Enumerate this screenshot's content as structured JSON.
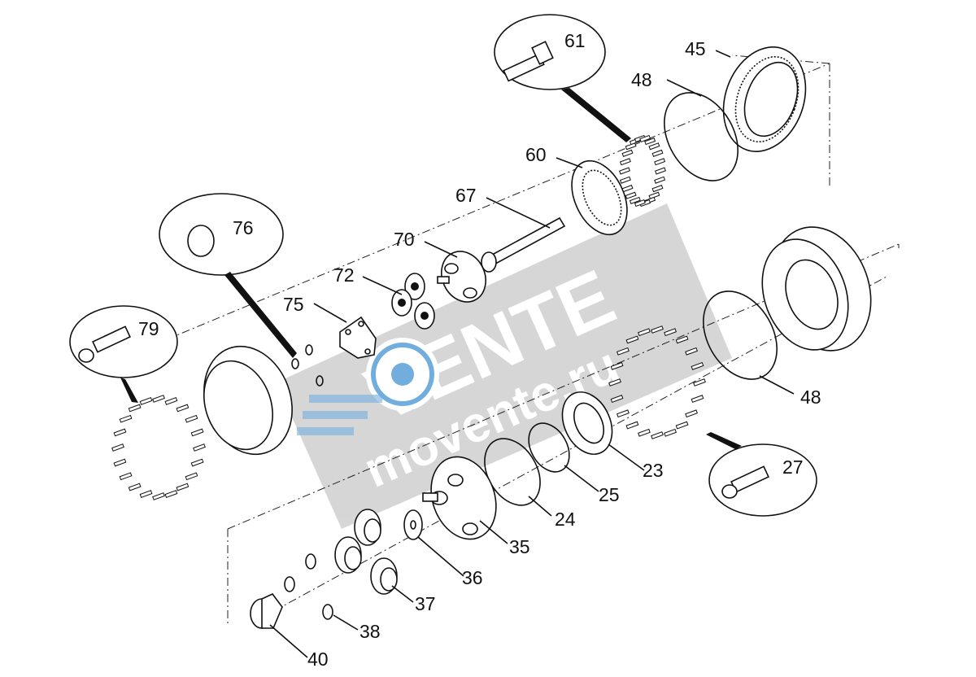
{
  "callouts": [
    {
      "id": "61",
      "label": "61"
    },
    {
      "id": "45",
      "label": "45"
    },
    {
      "id": "48a",
      "label": "48"
    },
    {
      "id": "60",
      "label": "60"
    },
    {
      "id": "67",
      "label": "67"
    },
    {
      "id": "76",
      "label": "76"
    },
    {
      "id": "70",
      "label": "70"
    },
    {
      "id": "72",
      "label": "72"
    },
    {
      "id": "75",
      "label": "75"
    },
    {
      "id": "79",
      "label": "79"
    },
    {
      "id": "48b",
      "label": "48"
    },
    {
      "id": "27",
      "label": "27"
    },
    {
      "id": "23",
      "label": "23"
    },
    {
      "id": "25",
      "label": "25"
    },
    {
      "id": "24",
      "label": "24"
    },
    {
      "id": "35",
      "label": "35"
    },
    {
      "id": "36",
      "label": "36"
    },
    {
      "id": "37",
      "label": "37"
    },
    {
      "id": "38",
      "label": "38"
    },
    {
      "id": "40",
      "label": "40"
    }
  ],
  "watermark": {
    "brand": "VENTE",
    "url": "movente.ru",
    "color": "#cfcfcf",
    "accent": "#5aa0d8"
  }
}
